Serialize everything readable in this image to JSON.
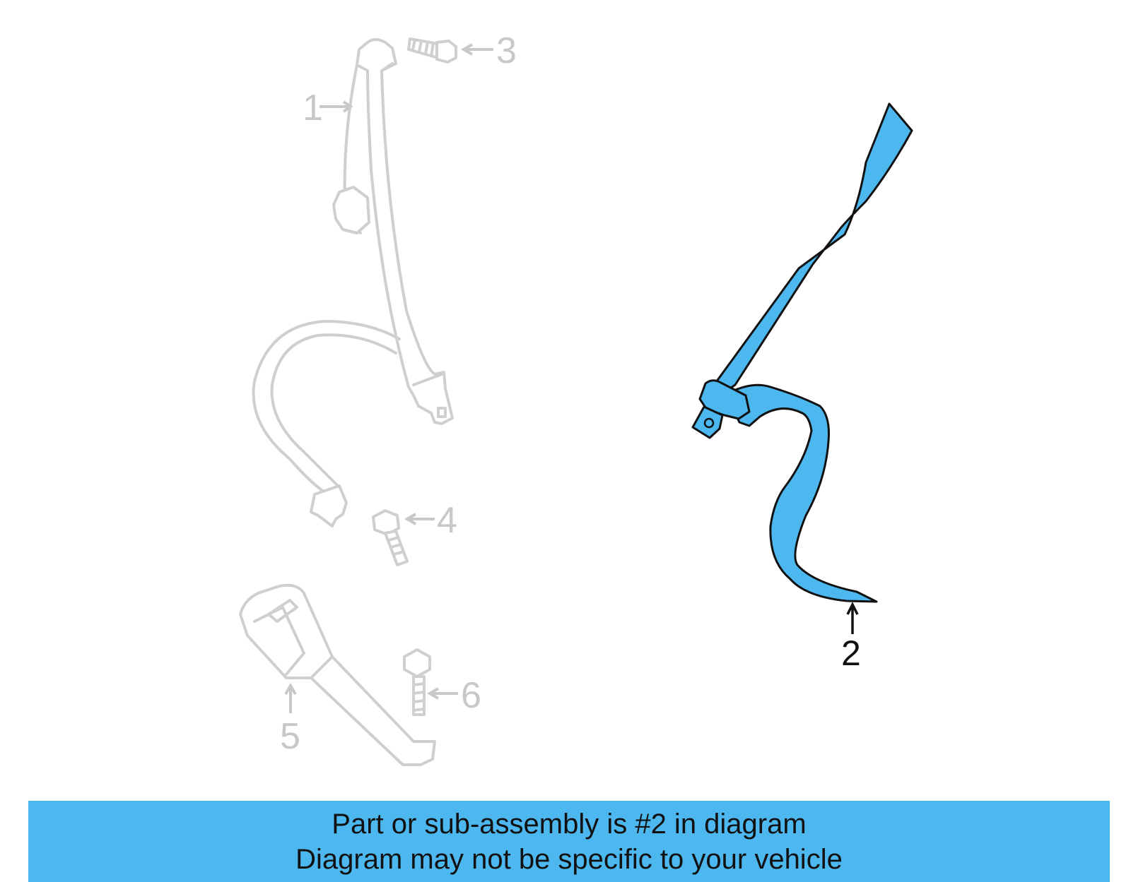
{
  "callouts": {
    "c1": "1",
    "c2": "2",
    "c3": "3",
    "c4": "4",
    "c5": "5",
    "c6": "6"
  },
  "banner": {
    "line1": "Part or sub-assembly is #2 in diagram",
    "line2": "Diagram may not be specific to your vehicle"
  },
  "colors": {
    "highlight": "#4db8f0",
    "ghost": "#cfcfcf"
  }
}
